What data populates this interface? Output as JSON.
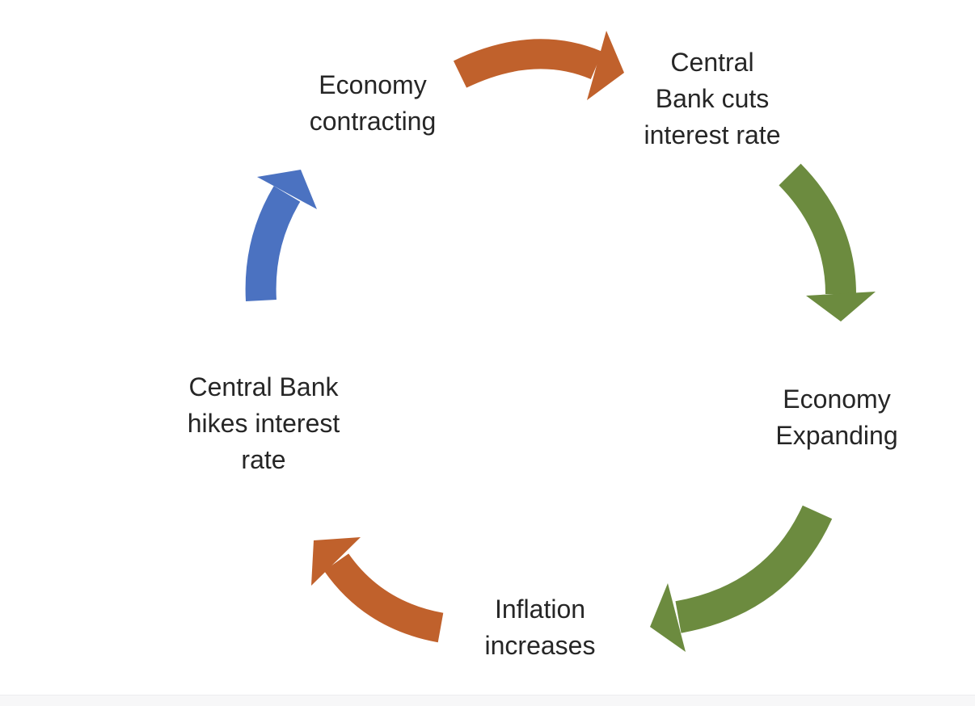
{
  "diagram": {
    "type": "cycle",
    "description": "Monetary policy economic cycle diagram",
    "nodes": {
      "economy_contracting": {
        "label": "Economy\ncontracting"
      },
      "central_bank_cuts": {
        "label": "Central\nBank cuts\ninterest rate"
      },
      "economy_expanding": {
        "label": "Economy\nExpanding"
      },
      "inflation_increases": {
        "label": "Inflation\nincreases"
      },
      "central_bank_hikes": {
        "label": "Central Bank\nhikes interest\nrate"
      }
    },
    "edges": [
      {
        "from": "economy_contracting",
        "to": "central_bank_cuts",
        "color_name": "orange"
      },
      {
        "from": "central_bank_cuts",
        "to": "economy_expanding",
        "color_name": "green"
      },
      {
        "from": "economy_expanding",
        "to": "inflation_increases",
        "color_name": "green"
      },
      {
        "from": "inflation_increases",
        "to": "central_bank_hikes",
        "color_name": "orange"
      },
      {
        "from": "central_bank_hikes",
        "to": "economy_contracting",
        "color_name": "blue"
      }
    ],
    "colors": {
      "orange": "#C0612C",
      "green": "#6C8B3F",
      "blue": "#4B72C1",
      "text": "#262626",
      "background": "#FFFFFF",
      "footer_strip": "#F7F7F8"
    }
  }
}
